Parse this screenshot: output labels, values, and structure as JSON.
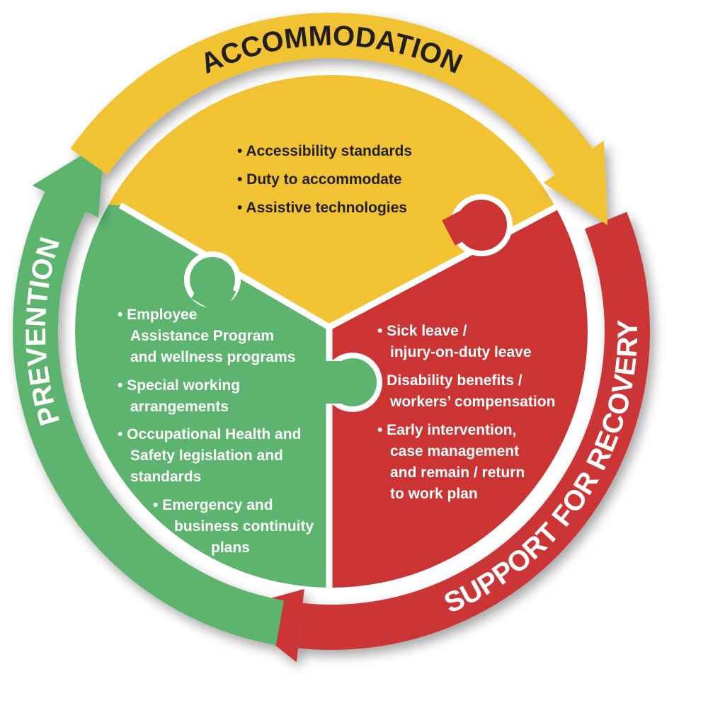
{
  "colors": {
    "accommodation": "#f1c232",
    "support": "#cc3434",
    "prevention": "#5cb46e",
    "divider": "#ffffff"
  },
  "ring": {
    "accommodation": "ACCOMMODATION",
    "prevention": "PREVENTION",
    "support": "SUPPORT FOR RECOVERY"
  },
  "accommodation_items": [
    "• Accessibility standards",
    "• Duty to accommodate",
    "• Assistive technologies"
  ],
  "prevention_items": [
    [
      "• Employee",
      "Assistance Program",
      "and wellness programs"
    ],
    [
      "• Special working",
      "arrangements"
    ],
    [
      "• Occupational Health and",
      "Safety legislation and",
      "standards"
    ],
    [
      "• Emergency and",
      "business continuity",
      "plans"
    ]
  ],
  "support_items": [
    [
      "• Sick leave /",
      "injury-on-duty leave"
    ],
    [
      "• Disability benefits /",
      "workers’ compensation"
    ],
    [
      "• Early intervention,",
      "case management",
      "and remain / return",
      "to work plan"
    ]
  ]
}
